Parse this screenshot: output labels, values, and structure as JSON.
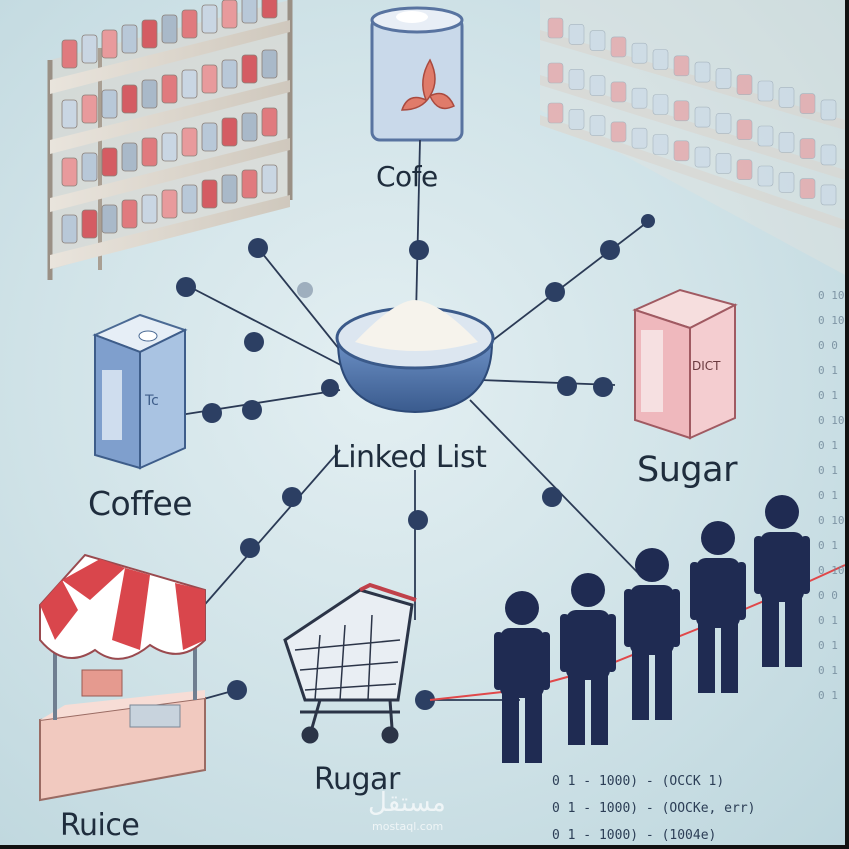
{
  "labels": {
    "cofe": "Cofe",
    "coffee": "Coffee",
    "sugar": "Sugar",
    "rugar": "Rugar",
    "ruice": "Ruice",
    "center": "Linked List"
  },
  "code_lines": [
    "0 1   - 1000) - (OCCK 1)",
    "0 1   - 1000) - (OOCKe, err)",
    "0 1   - 1000) - (1004e)"
  ],
  "binary_column": "0 10\n0 10\n0 0\n0 1\n0 1\n0 10\n0 1\n0 1\n0 1\n0 10\n0 1\n0 10\n0 0\n0 1\n0 1\n0 1\n0 1",
  "watermark": {
    "arabic": "مستقل",
    "latin": "mostaql.com"
  },
  "colors": {
    "node": "#2c3f63",
    "line": "#2b3a55",
    "person": "#1f2b52",
    "rope": "#e0484a",
    "awning_red": "#d9464c",
    "bowl": "#4a6fa3"
  },
  "icons": [
    "shelf-icon",
    "tea-can-icon",
    "milk-carton-icon",
    "sugar-carton-icon",
    "sugar-bowl-icon",
    "market-stall-icon",
    "shopping-cart-icon",
    "person-icon"
  ]
}
